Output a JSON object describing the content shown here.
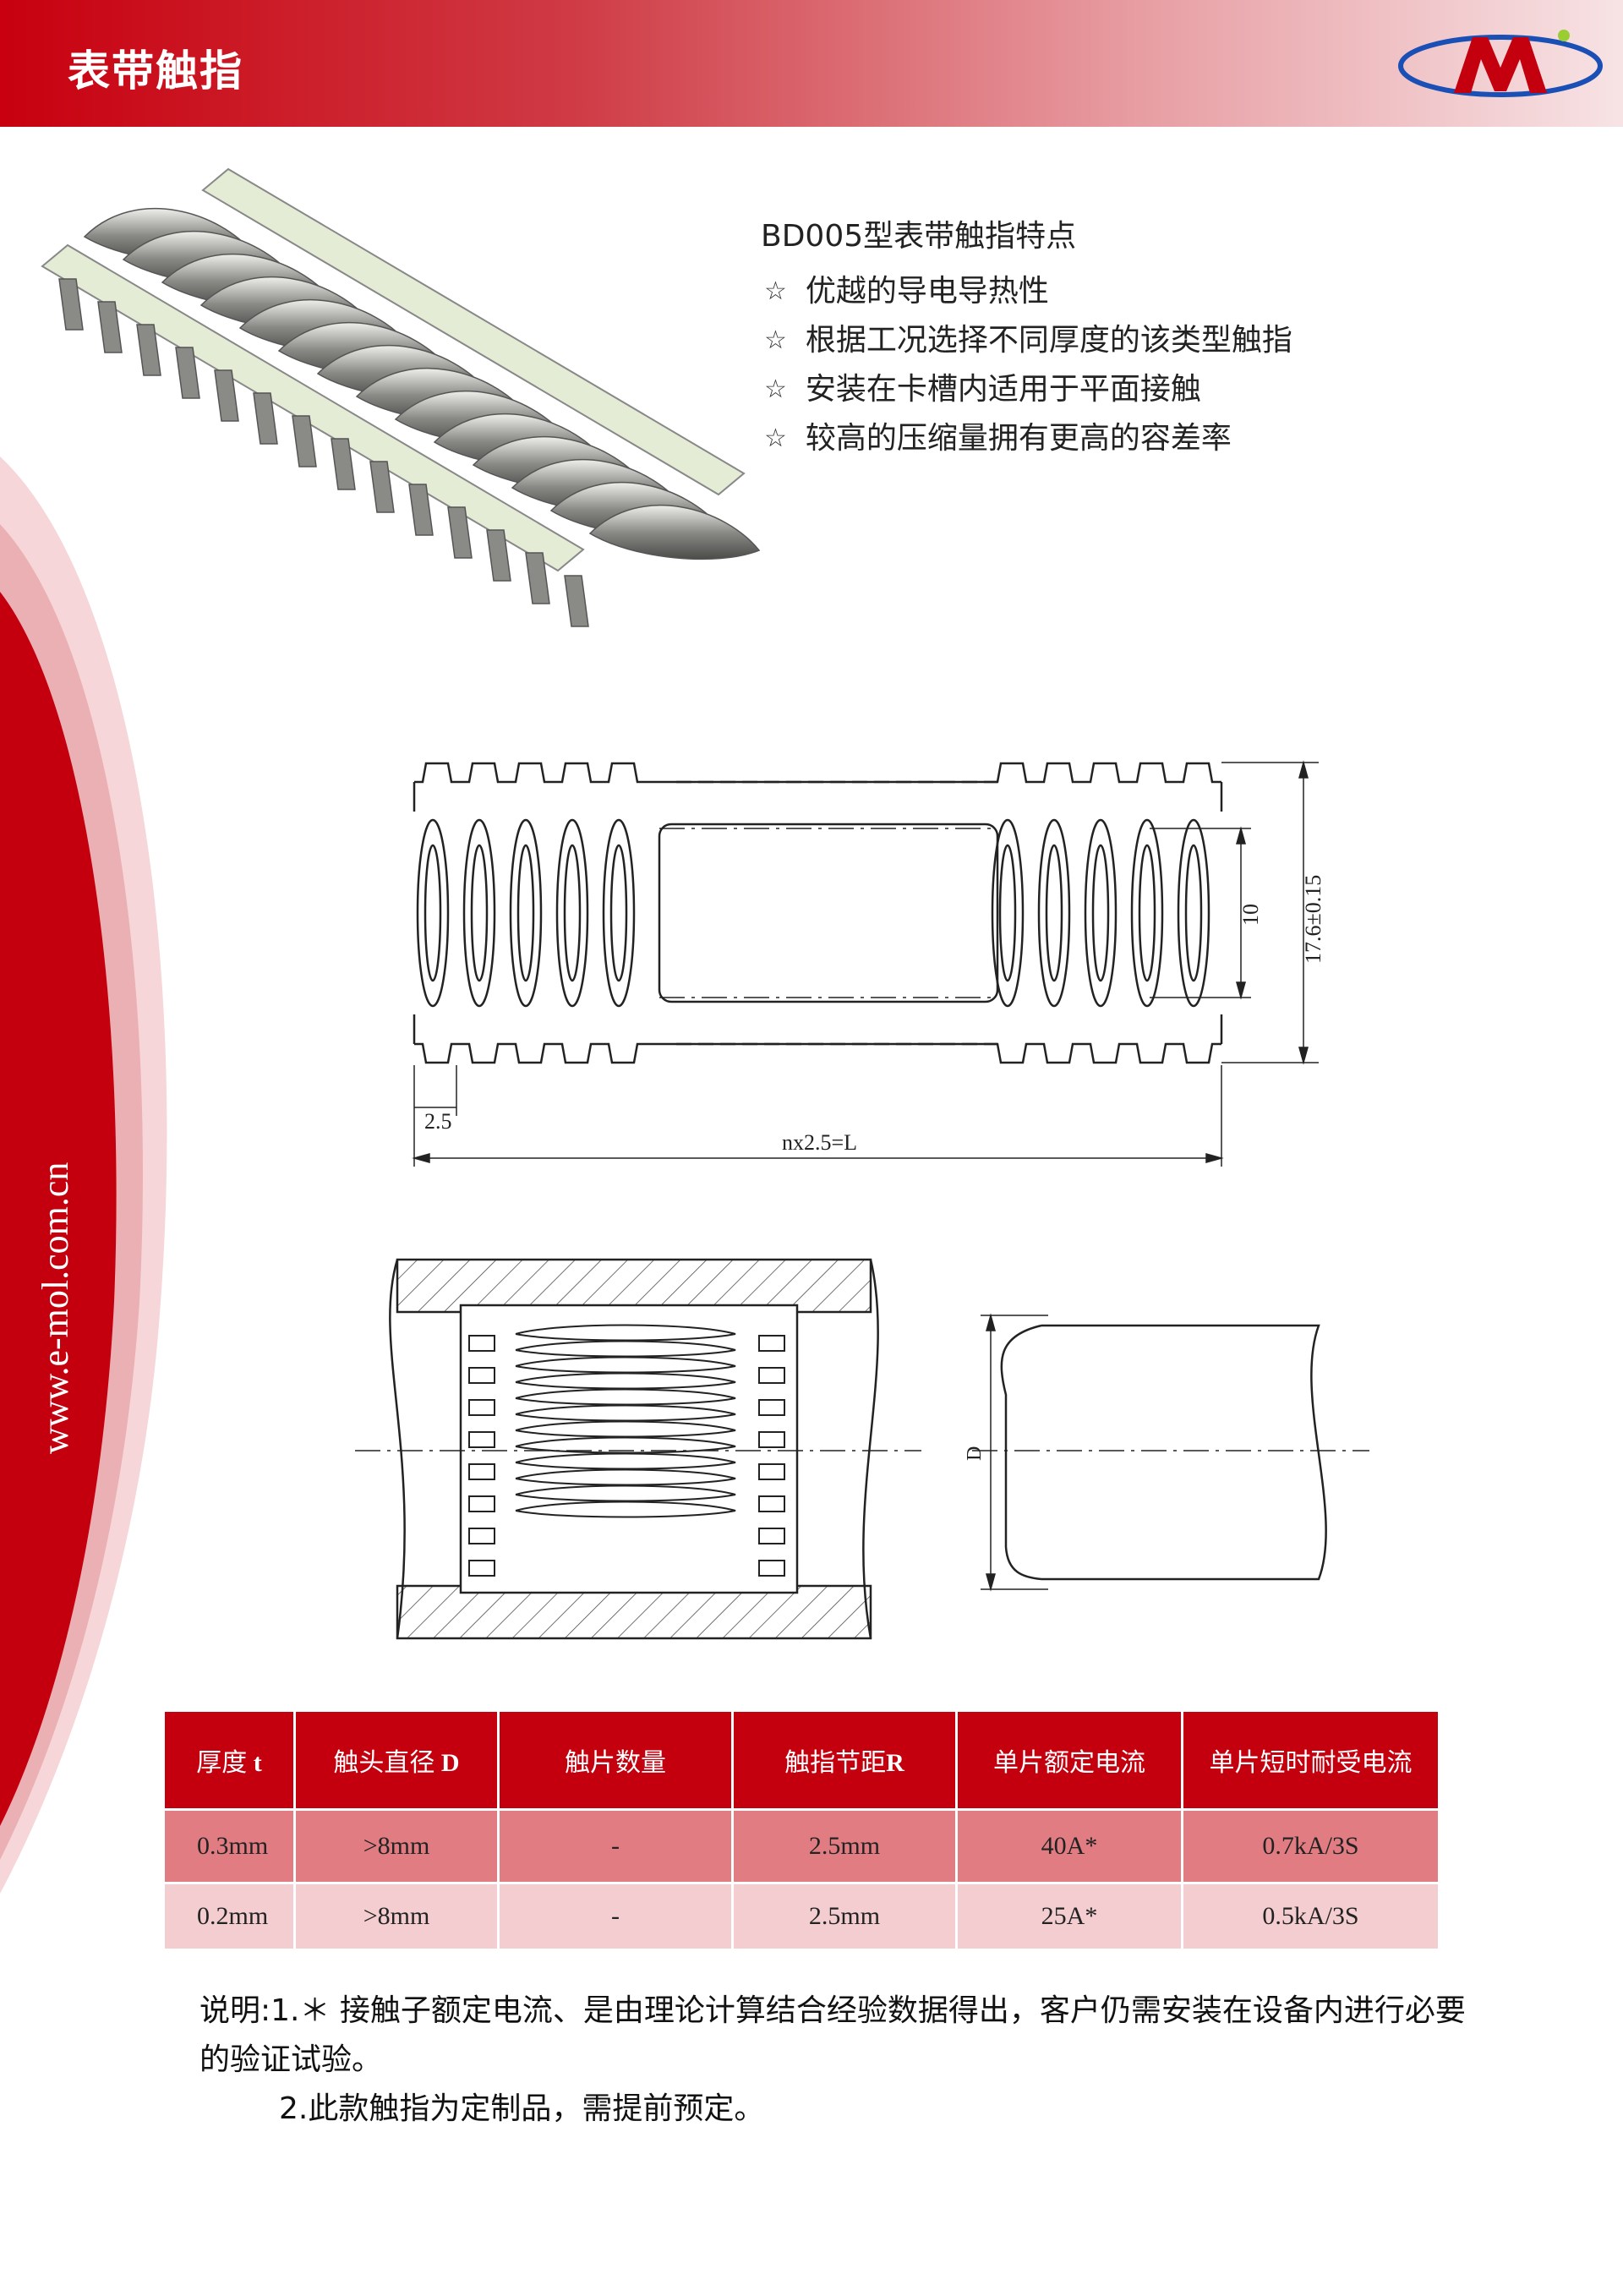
{
  "header": {
    "title": "表带触指",
    "logo_icon": "m-logo-icon"
  },
  "sidebar": {
    "website": "www.e-mol.com.cn"
  },
  "features": {
    "title": "BD005型表带触指特点",
    "star_icon": "☆",
    "items": [
      "优越的导电导热性",
      "根据工况选择不同厚度的该类型触指",
      "安装在卡槽内适用于平面接触",
      "较高的压缩量拥有更高的容差率"
    ]
  },
  "drawing": {
    "dim_pitch": "2.5",
    "dim_length": "nx2.5=L",
    "dim_inner": "10",
    "dim_outer": "17.6±0.15",
    "dim_diameter": "D"
  },
  "table": {
    "headers": [
      {
        "text": "厚度 ",
        "bold": "t"
      },
      {
        "text": "触头直径  ",
        "bold": "D"
      },
      {
        "text": "触片数量",
        "bold": ""
      },
      {
        "text": "触指节距",
        "bold": "R"
      },
      {
        "text": "单片额定电流",
        "bold": ""
      },
      {
        "text": "单片短时耐受电流",
        "bold": ""
      }
    ],
    "rows": [
      [
        "0.3mm",
        ">8mm",
        "-",
        "2.5mm",
        "40A*",
        "0.7kA/3S"
      ],
      [
        "0.2mm",
        ">8mm",
        "-",
        "2.5mm",
        "25A*",
        "0.5kA/3S"
      ]
    ]
  },
  "notes": {
    "line1": "说明:1.＊ 接触子额定电流、是由理论计算结合经验数据得出，客户仍需安装在设备内进行必要的验证试验。",
    "line2": "2.此款触指为定制品，需提前预定。"
  },
  "colors": {
    "brand_red": "#c4000f",
    "row1": "#e17d82",
    "row2": "#f3cdcf"
  }
}
